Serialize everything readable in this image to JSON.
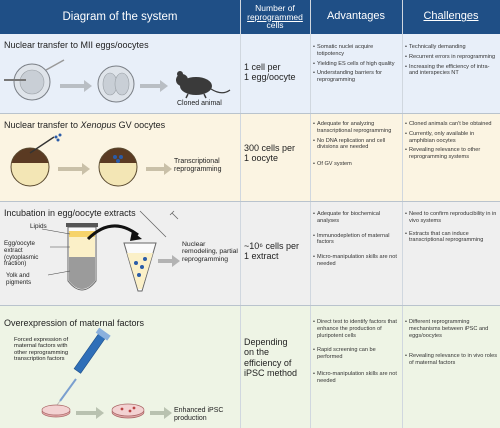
{
  "header": {
    "diagram": "Diagram of the system",
    "number_line1": "Number of",
    "number_line2": "reprogrammed",
    "number_line3": "cells",
    "advantages": "Advantages",
    "challenges": "Challenges"
  },
  "rows": [
    {
      "title_pre": "Nuclear transfer to MII eggs/oocytes",
      "title_italic": "",
      "title_post": "",
      "labels": [
        "Cloned animal"
      ],
      "number": [
        "1 cell per",
        "1 egg/oocyte"
      ],
      "advantages": [
        "Somatic nuclei acquire totipotency",
        "Yielding ES cells of high quality",
        "Understanding barriers for reprogramming"
      ],
      "challenges": [
        "Technically demanding",
        "Recurrent errors in reprogramming",
        "Increasing the efficiency of intra- and interspecies NT"
      ]
    },
    {
      "title_pre": "Nuclear transfer to ",
      "title_italic": "Xenopus",
      "title_post": " GV oocytes",
      "labels": [
        "Transcriptional",
        "reprogramming"
      ],
      "number": [
        "300 cells per",
        "1 oocyte"
      ],
      "advantages": [
        "Adequate for analyzing transcriptional reprogramming",
        "No DNA replication and cell divisions are needed",
        "Of GV system"
      ],
      "challenges": [
        "Cloned animals can't be obtained",
        "Currently, only available in amphibian oocytes",
        "Revealing relevance to other reprogramming systems"
      ]
    },
    {
      "title_pre": "Incubation in egg/oocyte extracts",
      "title_italic": "",
      "title_post": "",
      "labels": [
        "Lipids",
        "Egg/oocyte extract (cytoplasmic fraction)",
        "Yolk and pigments",
        "Nuclear remodeling, partial reprogramming"
      ],
      "number": [
        "~10⁶ cells per",
        "1 extract"
      ],
      "advantages": [
        "Adequate for biochemical analyses",
        "Immunodepletion of maternal factors",
        "Micro-manipulation skills are not needed"
      ],
      "challenges": [
        "Need to confirm reproducibility in in vivo systems",
        "Extracts that can induce transcriptional reprogramming"
      ]
    },
    {
      "title_pre": "Overexpression of maternal factors",
      "title_italic": "",
      "title_post": "",
      "labels": [
        "Forced expression of maternal factors with other reprogramming transcription factors",
        "Enhanced iPSC production"
      ],
      "number": [
        "Depending",
        "on the",
        "efficiency of",
        "iPSC method"
      ],
      "advantages": [
        "Direct test to identify factors that enhance the production of pluripotent cells",
        "Rapid screening can be performed",
        "Micro-manipulation skills are not needed"
      ],
      "challenges": [
        "Different reprogramming mechanisms between iPSC and eggs/oocytes",
        "Revealing relevance to in vivo roles of maternal factors"
      ]
    }
  ],
  "colors": {
    "header_bg": "#1f4f86",
    "row1_bg": "#e8eff9",
    "row2_bg": "#fbf4e2",
    "row3_bg": "#efefef",
    "row4_bg": "#eef4e5"
  }
}
